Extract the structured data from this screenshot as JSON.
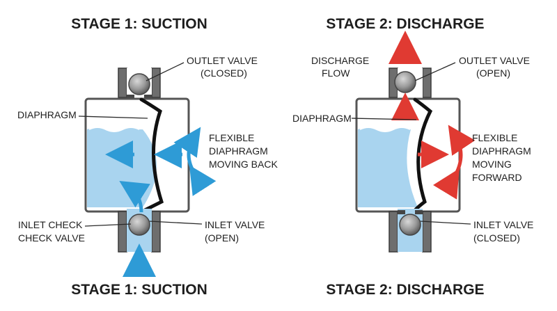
{
  "stage1": {
    "title_top": "STAGE 1: SUCTION",
    "title_bottom": "STAGE 1: SUCTION",
    "outlet_valve": [
      "OUTLET VALVE",
      "(CLOSED)"
    ],
    "diaphragm": "DIAPHRAGM",
    "motion": [
      "FLEXIBLE",
      "DIAPHRAGM",
      "MOVING BACK"
    ],
    "inlet_check": [
      "INLET CHECK",
      "CHECK VALVE"
    ],
    "inlet_valve": [
      "INLET VALVE",
      "(OPEN)"
    ]
  },
  "stage2": {
    "title_top": "STAGE 2: DISCHARGE",
    "title_bottom": "STAGE 2: DISCHARGE",
    "discharge_flow": [
      "DISCHARGE",
      "FLOW"
    ],
    "outlet_valve": [
      "OUTLET VALVE",
      "(OPEN)"
    ],
    "diaphragm": "DIAPHRAGM",
    "motion": [
      "FLEXIBLE",
      "DIAPHRAGM",
      "MOVING",
      "FORWARD"
    ],
    "inlet_valve": [
      "INLET VALVE",
      "(CLOSED)"
    ]
  },
  "colors": {
    "liquid": "#a9d4ef",
    "liquid_light": "#cbe6f6",
    "blue_arrow": "#2e9bd6",
    "red_arrow": "#e03a32",
    "housing": "#555555",
    "diaphragm": "#111111",
    "valve_ball": "#9a9a9a"
  }
}
